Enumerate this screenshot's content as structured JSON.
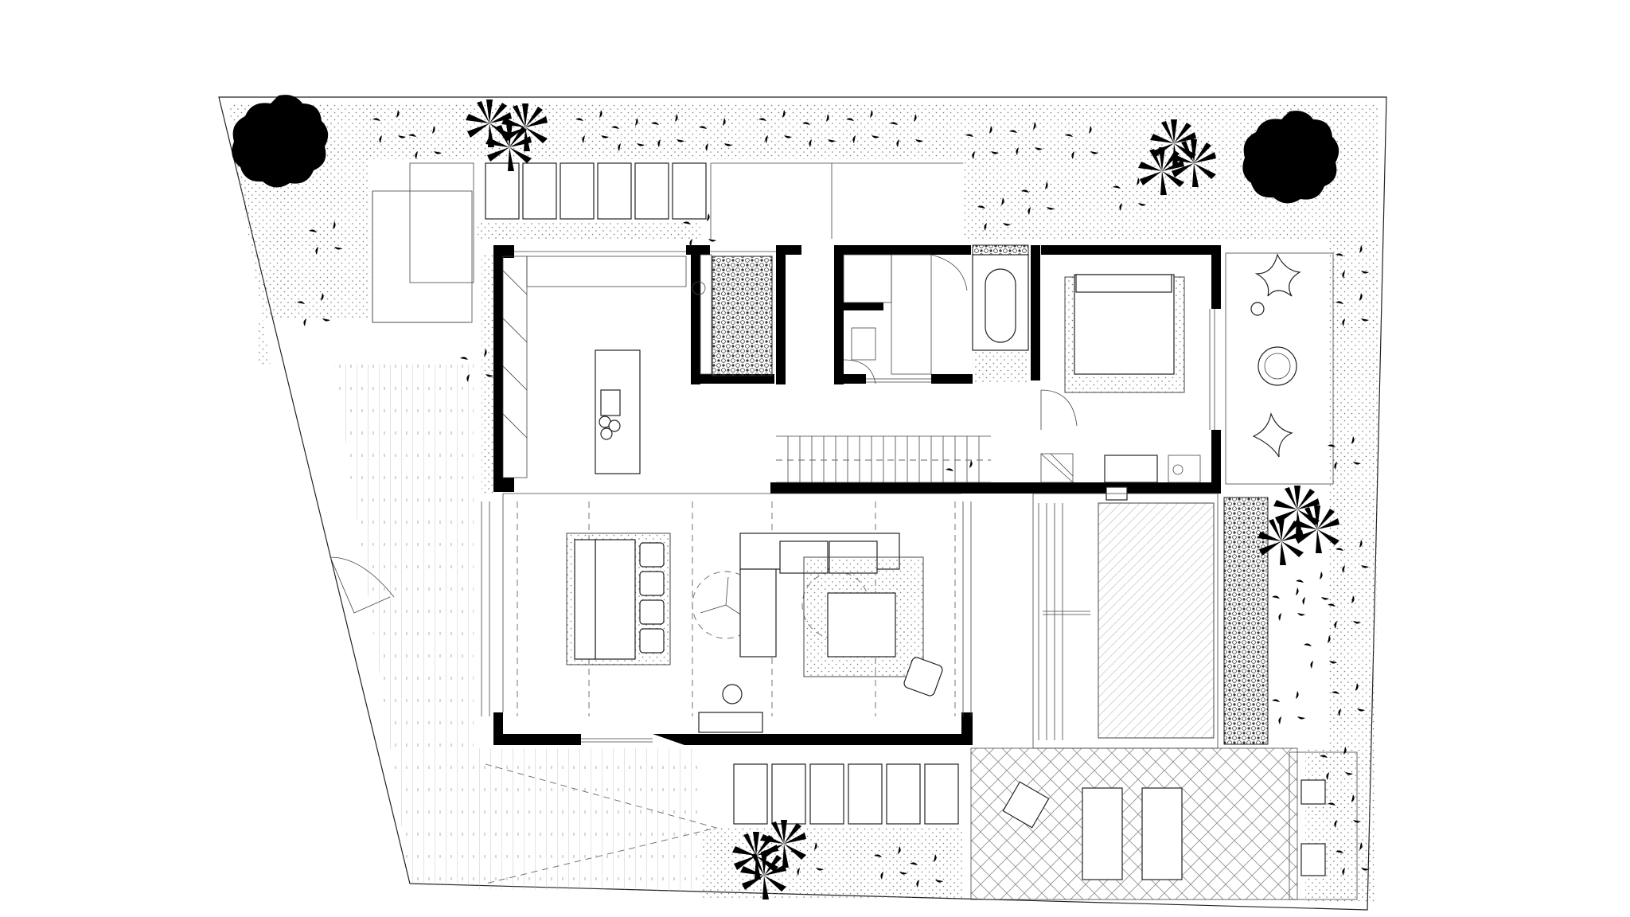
{
  "drawing": {
    "type": "architectural floor plan",
    "background_color": "#ffffff",
    "line_color": "#000000",
    "rooms": [
      "kitchen",
      "living-dining",
      "stair",
      "bathroom",
      "wc",
      "bedroom",
      "terrace",
      "pool",
      "deck",
      "garden"
    ],
    "icons": [
      "shrub-icon",
      "palm-icon",
      "tree-icon",
      "sofa-icon",
      "chair-icon",
      "bathtub-icon",
      "bed-icon",
      "sun-lounger-icon"
    ]
  }
}
